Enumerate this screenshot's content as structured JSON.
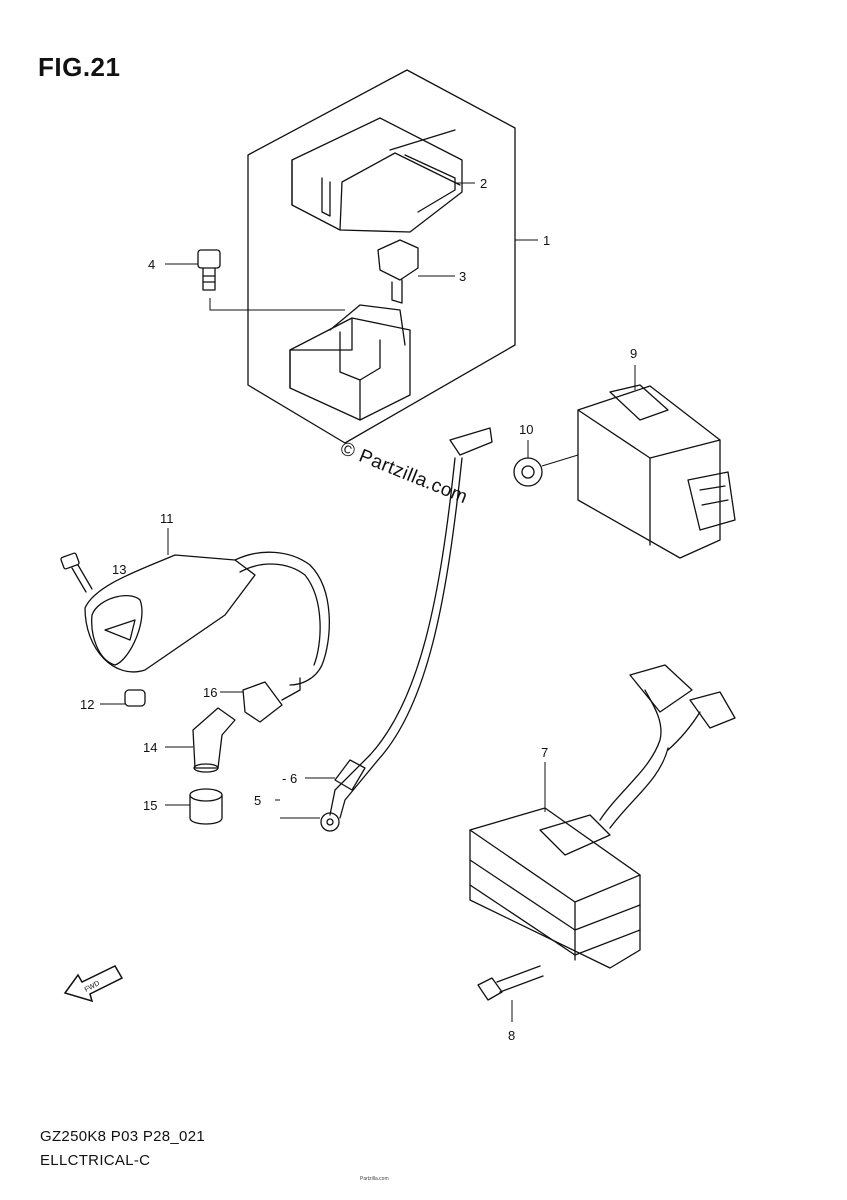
{
  "figure": {
    "title": "FIG.21",
    "watermark": "© Partzilla.com",
    "footer_code": "GZ250K8 P03 P28_021",
    "footer_section": "ELLCTRICAL-C",
    "small_print": "Partzilla.com"
  },
  "callouts": [
    {
      "id": "1",
      "label": "1"
    },
    {
      "id": "2",
      "label": "2"
    },
    {
      "id": "3",
      "label": "3"
    },
    {
      "id": "4",
      "label": "4"
    },
    {
      "id": "5",
      "label": "5"
    },
    {
      "id": "6",
      "label": "- 6"
    },
    {
      "id": "7",
      "label": "7"
    },
    {
      "id": "8",
      "label": "8"
    },
    {
      "id": "9",
      "label": "9"
    },
    {
      "id": "10",
      "label": "10"
    },
    {
      "id": "11",
      "label": "11"
    },
    {
      "id": "12",
      "label": "12"
    },
    {
      "id": "13",
      "label": "13"
    },
    {
      "id": "14",
      "label": "14"
    },
    {
      "id": "15",
      "label": "15"
    },
    {
      "id": "16",
      "label": "16"
    }
  ],
  "icons": {
    "forward_arrow": "fwd-arrow-icon",
    "arrow_text": "FWD"
  }
}
